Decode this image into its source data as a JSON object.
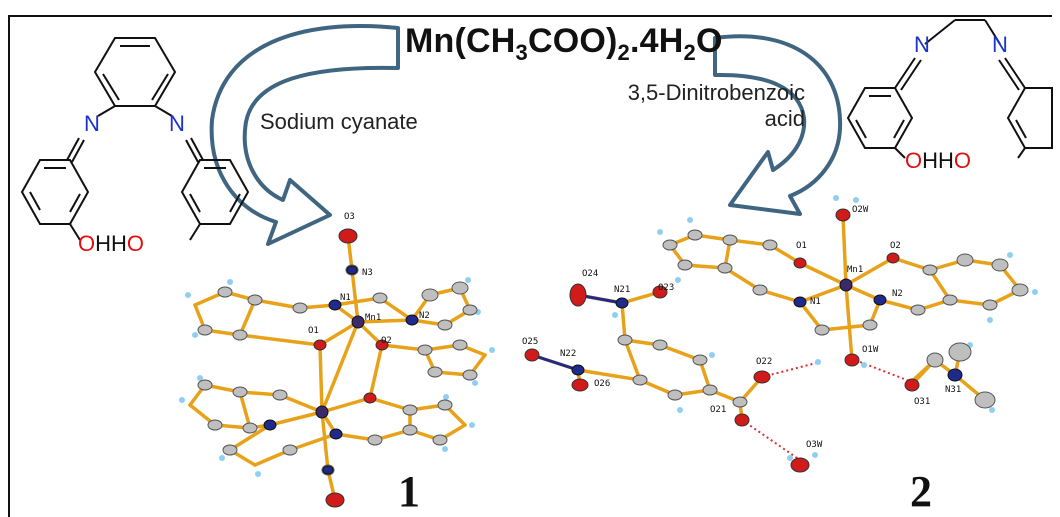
{
  "reagent": {
    "prefix": "Mn(CH",
    "sub1": "3",
    "mid": "COO)",
    "sub2": "2",
    "suffix": ".4H",
    "sub3": "2",
    "tail": "O"
  },
  "conditions": {
    "left": "Sodium cyanate",
    "right_line1": "3,5-Dinitrobenzoic",
    "right_line2": "acid"
  },
  "ligand_left": {
    "n1": "N",
    "n2": "N",
    "oh_o": "O",
    "oh_h": "H",
    "ho_h": "H",
    "ho_o": "O"
  },
  "ligand_right": {
    "n1": "N",
    "n2": "N",
    "oh_o": "O",
    "oh_h": "H",
    "ho_h": "H",
    "ho_o": "O"
  },
  "compounds": {
    "c1": "1",
    "c2": "2"
  },
  "atoms_1": {
    "o3": "O3",
    "n3": "N3",
    "n1": "N1",
    "mn1": "Mn1",
    "n2": "N2",
    "o1": "O1",
    "o2": "O2"
  },
  "atoms_2": {
    "o2w": "O2W",
    "o1": "O1",
    "mn1": "Mn1",
    "o2": "O2",
    "n1": "N1",
    "n2": "N2",
    "o24": "O24",
    "n21": "N21",
    "o23": "O23",
    "o25": "O25",
    "n22": "N22",
    "o26": "O26",
    "o22": "O22",
    "o1w": "O1W",
    "o21": "O21",
    "o3w": "O3W",
    "n31": "N31",
    "o31": "O31"
  },
  "colors": {
    "arrow_fill": "#ffffff",
    "arrow_stroke": "#3f6580",
    "bond": "#e8a21a",
    "carbon": "#bfbfbf",
    "nitrogen": "#1f2a8c",
    "oxygen": "#d11a1a",
    "hydrogen": "#8fd0f0",
    "manganese": "#3a2a6a",
    "hbond": "#e03030",
    "ligand_n": "#1a33cc",
    "ligand_o": "#e01010"
  }
}
